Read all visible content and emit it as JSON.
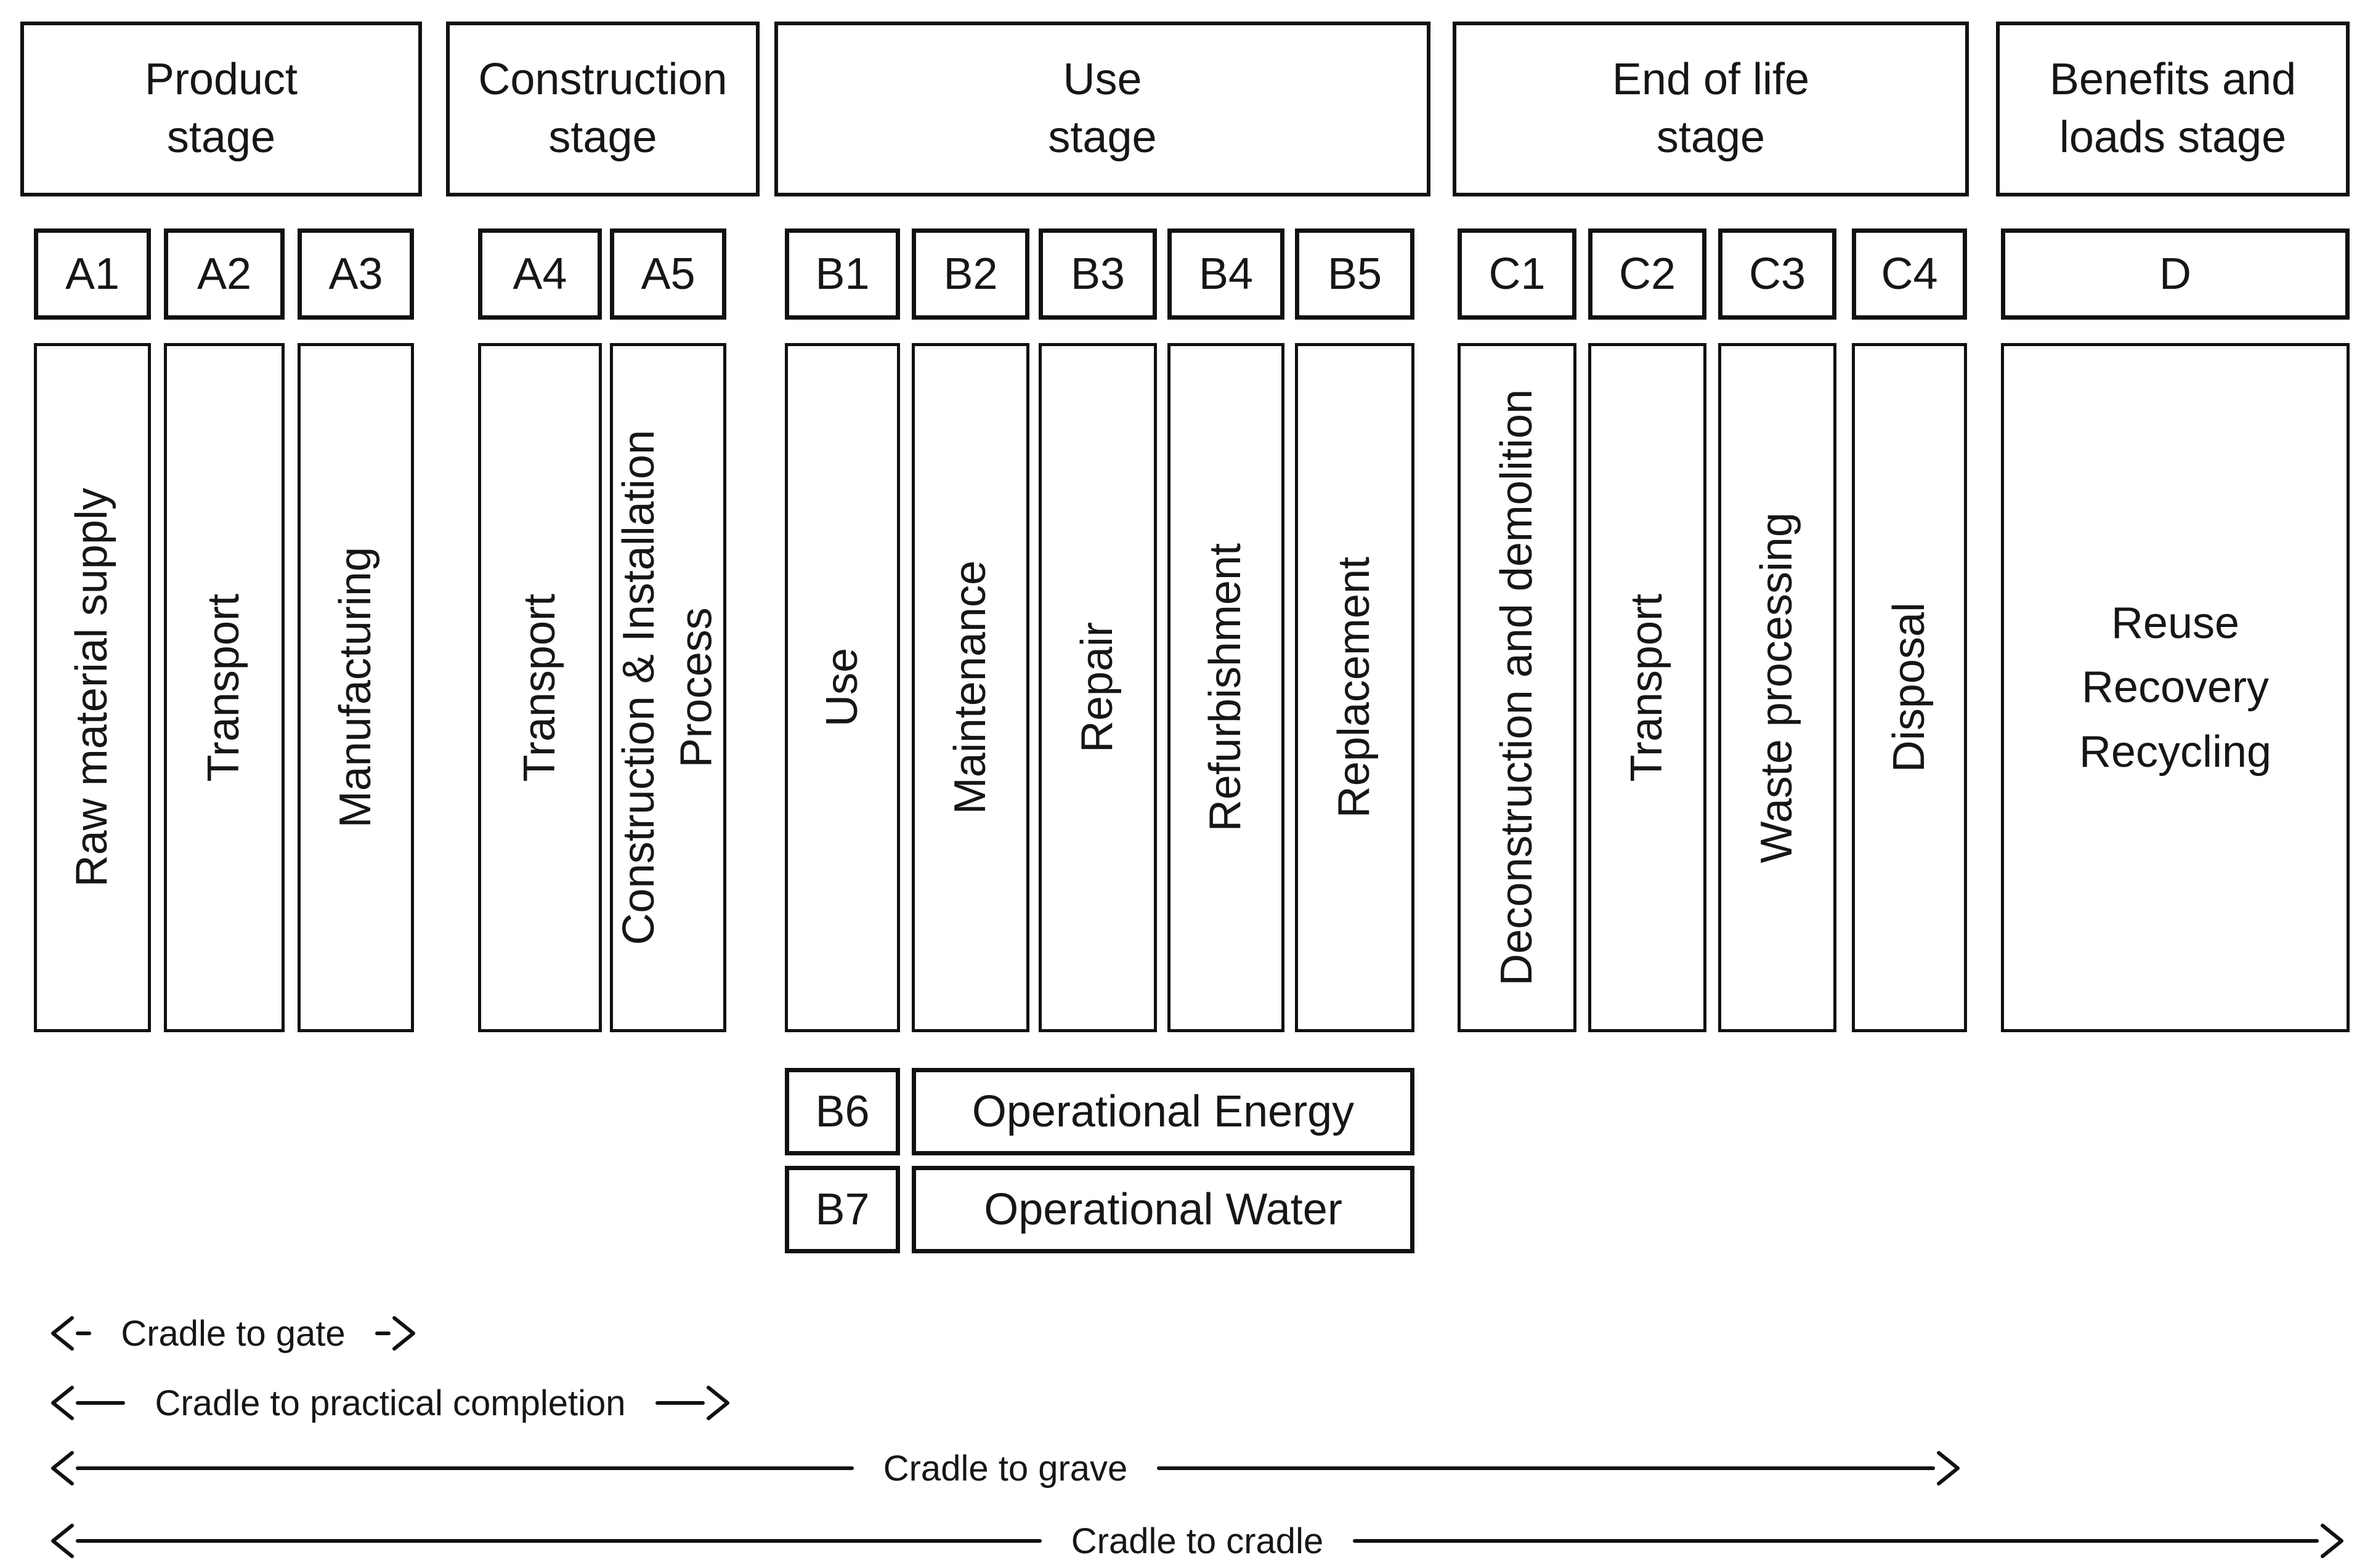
{
  "colors": {
    "ink": "#111111",
    "background": "#ffffff"
  },
  "stages": [
    {
      "title": "Product\nstage",
      "modules": [
        {
          "code": "A1",
          "label": "Raw material supply"
        },
        {
          "code": "A2",
          "label": "Transport"
        },
        {
          "code": "A3",
          "label": "Manufacturing"
        }
      ]
    },
    {
      "title": "Construction\nstage",
      "modules": [
        {
          "code": "A4",
          "label": "Transport"
        },
        {
          "code": "A5",
          "label": "Construction & Installation\nProcess"
        }
      ]
    },
    {
      "title": "Use\nstage",
      "modules": [
        {
          "code": "B1",
          "label": "Use"
        },
        {
          "code": "B2",
          "label": "Maintenance"
        },
        {
          "code": "B3",
          "label": "Repair"
        },
        {
          "code": "B4",
          "label": "Refurbishment"
        },
        {
          "code": "B5",
          "label": "Replacement"
        }
      ]
    },
    {
      "title": "End of life\nstage",
      "modules": [
        {
          "code": "C1",
          "label": "Deconstruction and demolition"
        },
        {
          "code": "C2",
          "label": "Transport"
        },
        {
          "code": "C3",
          "label": "Waste processing"
        },
        {
          "code": "C4",
          "label": "Disposal"
        }
      ]
    },
    {
      "title": "Benefits and\nloads stage",
      "modules": [
        {
          "code": "D",
          "label": "Reuse\nRecovery\nRecycling"
        }
      ]
    }
  ],
  "operational": [
    {
      "code": "B6",
      "label": "Operational Energy"
    },
    {
      "code": "B7",
      "label": "Operational Water"
    }
  ],
  "scopes": [
    {
      "label": "Cradle to gate"
    },
    {
      "label": "Cradle to practical completion"
    },
    {
      "label": "Cradle to grave"
    },
    {
      "label": "Cradle to cradle"
    }
  ]
}
